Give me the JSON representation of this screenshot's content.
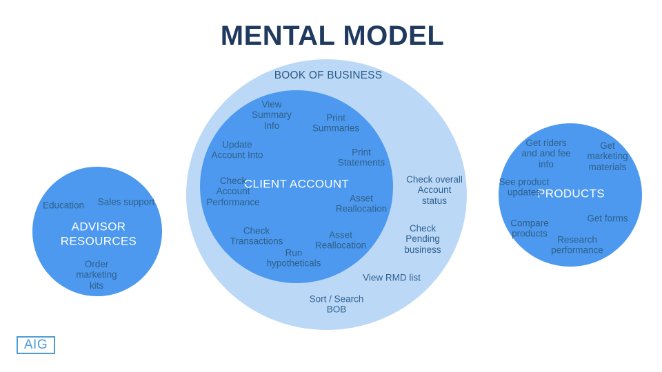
{
  "title": "MENTAL MODEL",
  "colors": {
    "background": "#FFFFFF",
    "title_text": "#1F3A5E",
    "light_circle_fill": "#BCD8F7",
    "dark_circle_fill": "#4C99EF",
    "label_text": "#2F5F87",
    "circle_title_text": "#FFFFFF",
    "logo_blue": "#4E9BD8"
  },
  "book_of_business": {
    "title": "BOOK OF BUSINESS",
    "items": {
      "check_overall": "Check overall\nAccount\nstatus",
      "check_pending": "Check\nPending\nbusiness",
      "view_rmd": "View RMD list",
      "sort_search": "Sort / Search\nBOB"
    }
  },
  "client_account": {
    "title": "CLIENT ACCOUNT",
    "items": {
      "view_summary": "View\nSummary\nInfo",
      "print_summaries": "Print\nSummaries",
      "update_account": "Update\nAccount Into",
      "print_statements": "Print\nStatements",
      "check_account_performance": "Check\nAccount\nPerformance",
      "asset_reallocation_1": "Asset\nReallocation",
      "check_transactions": "Check\nTransactions",
      "asset_reallocation_2": "Asset\nReallocation",
      "run_hypotheticals": "Run\nhypotheticals"
    }
  },
  "advisor_resources": {
    "title": "ADVISOR\nRESOURCES",
    "items": {
      "education": "Education",
      "sales_support": "Sales support",
      "order_marketing_kits": "Order\nmarketing\nkits"
    }
  },
  "products": {
    "title": "PRODUCTS",
    "items": {
      "get_riders": "Get riders\nand and fee\ninfo",
      "get_marketing_materials": "Get\nmarketing\nmaterials",
      "see_product_updates": "See product\nupdates",
      "compare_products": "Compare\nproducts",
      "get_forms": "Get forms",
      "research_performance": "Research\nperformance"
    }
  },
  "logo": {
    "text": "AIG"
  }
}
